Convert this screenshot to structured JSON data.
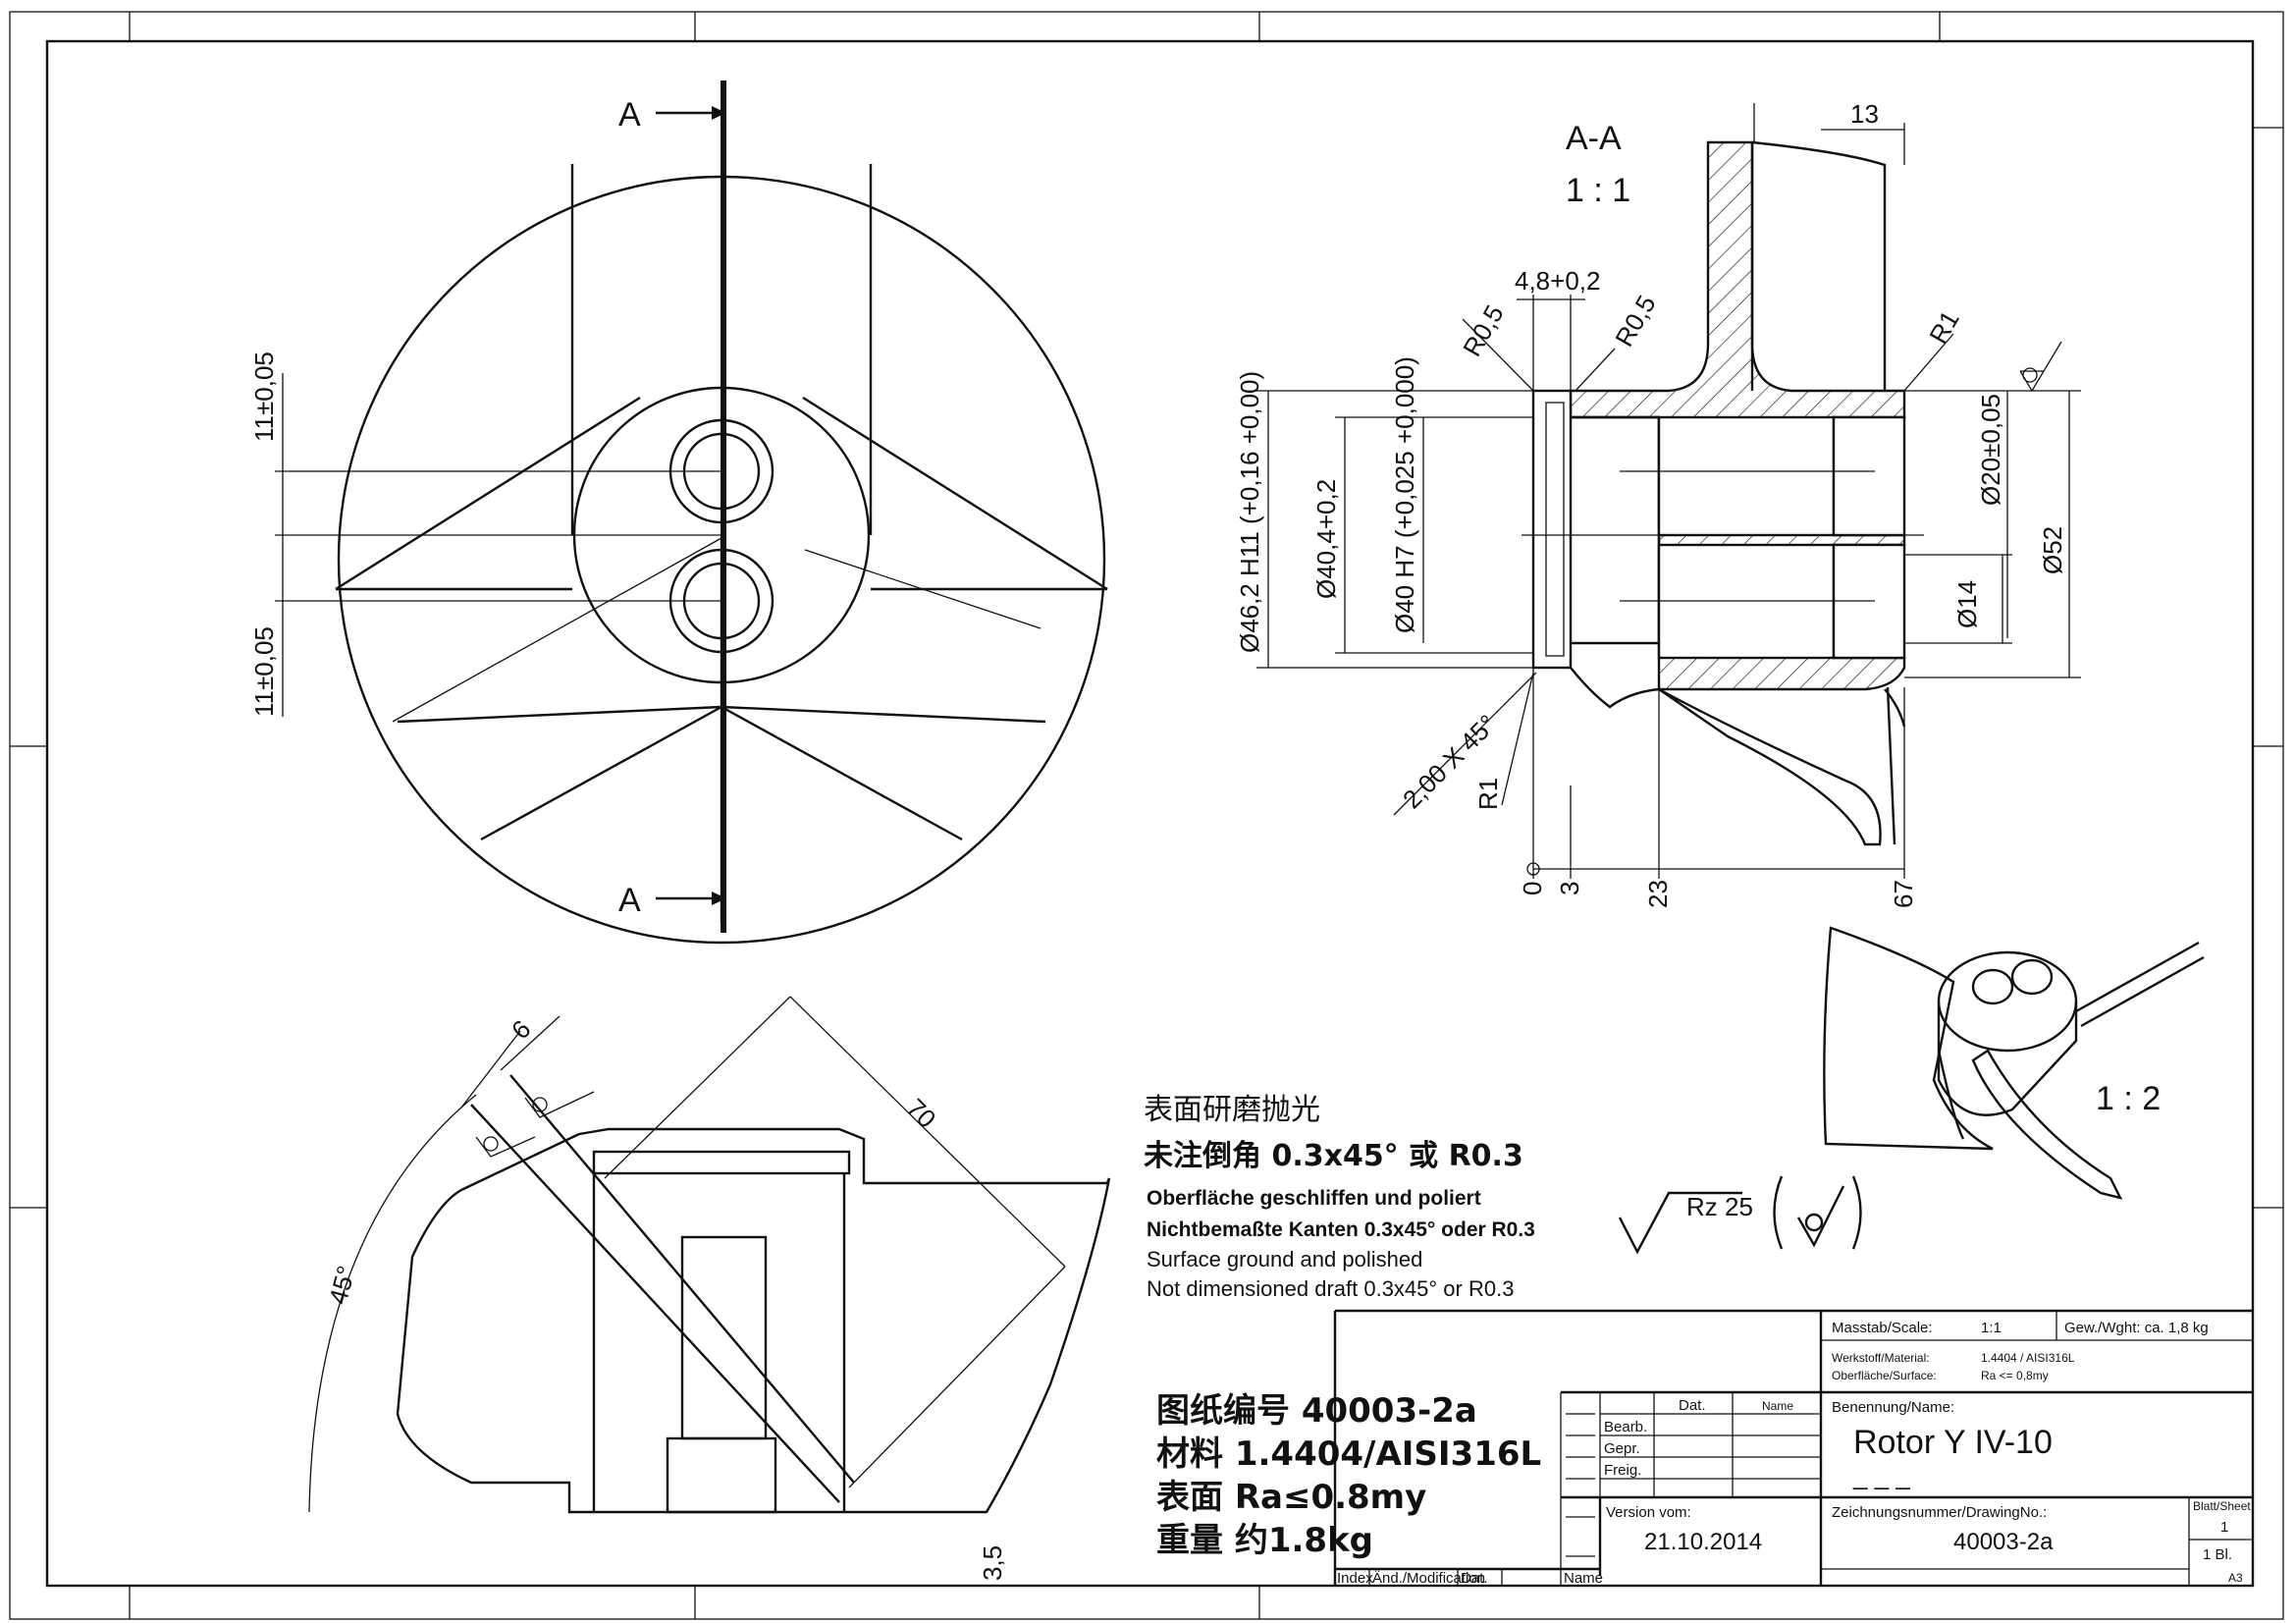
{
  "sections": {
    "view_a_label_top": "A",
    "view_a_label_bottom": "A",
    "section_title": "A-A",
    "section_scale": "1 : 1",
    "iso_scale": "1 : 2"
  },
  "dimensions": {
    "front_upper": "11±0,05",
    "front_lower": "11±0,05",
    "top_13": "13",
    "groove_width": "4,8+0,2",
    "r05_left": "R0,5",
    "r05_right": "R0,5",
    "r1_top": "R1",
    "d462": "Ø46,2 H11 (+0,16 +0,00)",
    "d404": "Ø40,4+0,2",
    "d40": "Ø40 H7 (+0,025 +0,000)",
    "d20": "Ø20±0,05",
    "d52": "Ø52",
    "d14": "Ø14",
    "chamfer": "2,00 X 45°",
    "r1_bottom": "R1",
    "x0": "0",
    "x3": "3",
    "x23": "23",
    "x67": "67",
    "side_6": "6",
    "side_70": "70",
    "side_45": "45°",
    "side_35": "3,5"
  },
  "notes": {
    "zh_line1": "表面研磨抛光",
    "zh_line2": "未注倒角 0.3x45° 或 R0.3",
    "de_line1": "Oberfläche geschliffen und poliert",
    "de_line2": "Nichtbemaßte Kanten 0.3x45° oder R0.3",
    "en_line1": "Surface ground and polished",
    "en_line2": "Not dimensioned draft 0.3x45° or R0.3",
    "roughness": "Rz 25"
  },
  "spec": {
    "drawing_no": "图纸编号 40003-2a",
    "material": "材料 1.4404/AISI316L",
    "surface": "表面 Ra≤0.8my",
    "weight": "重量 约1.8kg"
  },
  "title_block": {
    "scale_label": "Masstab/Scale:",
    "scale_value": "1:1",
    "weight": "Gew./Wght: ca. 1,8 kg",
    "material_label": "Werkstoff/Material:",
    "material_value": "1.4404 / AISI316L",
    "surface_label": "Oberfläche/Surface:",
    "surface_value": "Ra <= 0,8my",
    "name_label": "Benennung/Name:",
    "name_value": "Rotor Y IV-10",
    "name_sub": "_ _ _",
    "date_col": "Dat.",
    "name_col": "Name",
    "row_bearb": "Bearb.",
    "row_gepr": "Gepr.",
    "row_freig": "Freig.",
    "version_label": "Version vom:",
    "version_value": "21.10.2014",
    "drawing_no_label": "Zeichnungsnummer/DrawingNo.:",
    "drawing_no_value": "40003-2a",
    "sheet_label": "Blatt/Sheet",
    "sheet_value": "1",
    "sheets_total": "1 Bl.",
    "format": "A3",
    "mod_index": "Index",
    "mod_change": "Änd./Modification",
    "mod_date": "Dat.",
    "mod_name": "Name"
  }
}
